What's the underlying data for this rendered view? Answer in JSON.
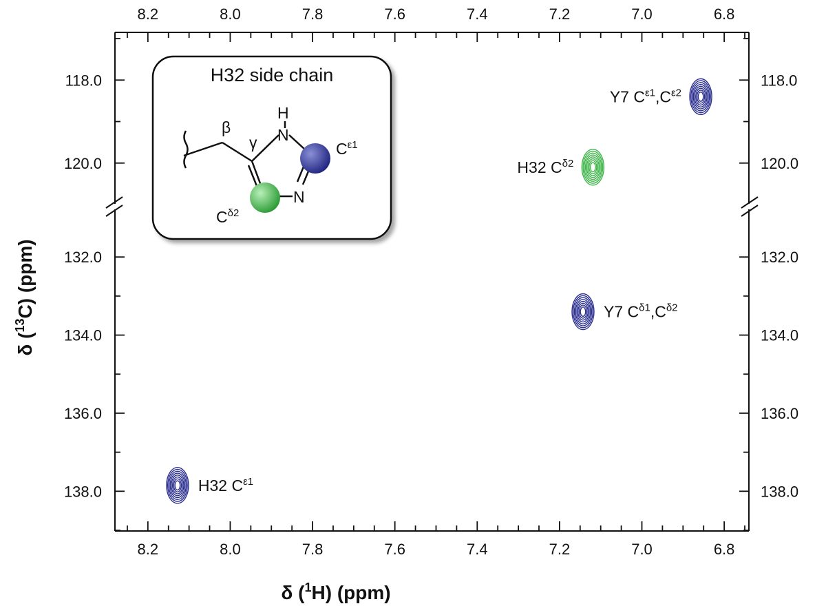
{
  "chart_data": {
    "type": "scatter",
    "title": "",
    "xlabel": {
      "prefix": "δ (",
      "sup": "1",
      "nucleus": "H",
      "suffix": ") (ppm)"
    },
    "ylabel": {
      "prefix": "δ (",
      "sup": "13",
      "nucleus": "C",
      "suffix": ") (ppm)"
    },
    "x_axis": {
      "reversed": true,
      "range": [
        8.28,
        6.74
      ],
      "ticks": [
        "8.2",
        "8.0",
        "7.8",
        "7.6",
        "7.4",
        "7.2",
        "7.0",
        "6.8"
      ],
      "tick_values": [
        8.2,
        8.0,
        7.8,
        7.6,
        7.4,
        7.2,
        7.0,
        6.8
      ]
    },
    "y_axis": {
      "broken": true,
      "segments": [
        {
          "range": [
            117.0,
            120.85
          ],
          "ticks": [
            "118.0",
            "120.0"
          ],
          "tick_values": [
            118.0,
            120.0
          ]
        },
        {
          "range": [
            131.15,
            139.0
          ],
          "ticks": [
            "132.0",
            "134.0",
            "136.0",
            "138.0"
          ],
          "tick_values": [
            132.0,
            134.0,
            136.0,
            138.0
          ]
        }
      ]
    },
    "grid": false,
    "peaks": [
      {
        "name": "Y7 Cε1,Cε2",
        "label_main": "Y7 C",
        "sup1": "ε1",
        "sep": ",C",
        "sup2": "ε2",
        "x": 6.857,
        "y": 118.4,
        "color": "#2b2f8f",
        "label_side": "left"
      },
      {
        "name": "H32 Cδ2",
        "label_main": "H32 C",
        "sup1": "δ2",
        "sep": "",
        "sup2": "",
        "x": 7.119,
        "y": 120.1,
        "color": "#3fb54a",
        "label_side": "left"
      },
      {
        "name": "Y7 Cδ1,Cδ2",
        "label_main": "Y7 C",
        "sup1": "δ1",
        "sep": ",C",
        "sup2": "δ2",
        "x": 7.143,
        "y": 133.4,
        "color": "#2b2f8f",
        "label_side": "right"
      },
      {
        "name": "H32 Cε1",
        "label_main": "H32 C",
        "sup1": "ε1",
        "sep": "",
        "sup2": "",
        "x": 8.128,
        "y": 137.85,
        "color": "#2b2f8f",
        "label_side": "right"
      }
    ]
  },
  "inset": {
    "title": "H32 side chain",
    "labels": {
      "beta": "β",
      "gamma": "γ",
      "h": "H",
      "n1": "N",
      "n2": "N",
      "ce1": "C",
      "ce1_sup": "ε1",
      "cd2": "C",
      "cd2_sup": "δ2"
    },
    "colors": {
      "ce1": "#2b2f8f",
      "cd2": "#3fb54a"
    }
  }
}
